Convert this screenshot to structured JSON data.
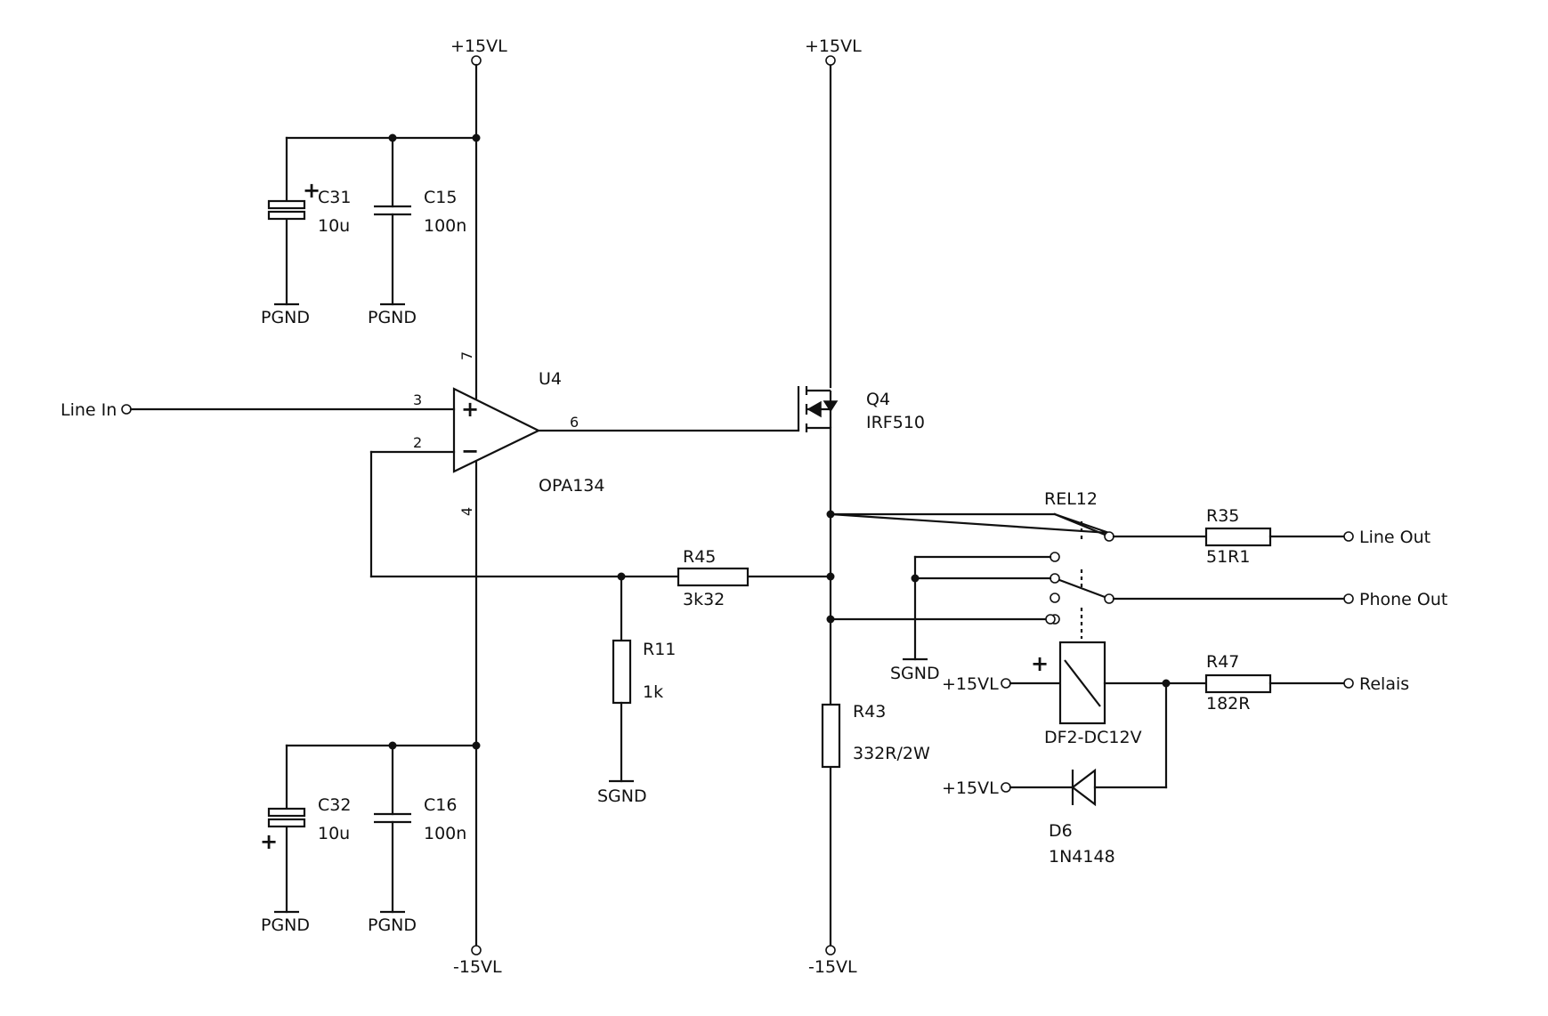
{
  "labels": {
    "rail_top_left": "+15VL",
    "rail_top_right": "+15VL",
    "rail_bot_left": "-15VL",
    "rail_bot_right": "-15VL",
    "c31_name": "C31",
    "c31_value": "10u",
    "c15_name": "C15",
    "c15_value": "100n",
    "c32_name": "C32",
    "c32_value": "10u",
    "c16_name": "C16",
    "c16_value": "100n",
    "pgnd_1": "PGND",
    "pgnd_2": "PGND",
    "pgnd_3": "PGND",
    "pgnd_4": "PGND",
    "u4_name": "U4",
    "u4_part": "OPA134",
    "pin_3": "3",
    "pin_2": "2",
    "pin_6": "6",
    "pin_7": "7",
    "pin_4": "4",
    "plus_sign": "+",
    "minus_sign": "−",
    "line_in": "Line In",
    "q4_name": "Q4",
    "q4_part": "IRF510",
    "r45_name": "R45",
    "r45_value": "3k32",
    "r11_name": "R11",
    "r11_value": "1k",
    "sgnd_r11": "SGND",
    "r43_name": "R43",
    "r43_value": "332R/2W",
    "rel12_name": "REL12",
    "r35_name": "R35",
    "r35_value": "51R1",
    "line_out": "Line Out",
    "phone_out": "Phone Out",
    "sgnd_relay": "SGND",
    "relay_supply": "+15VL",
    "relay_part": "DF2-DC12V",
    "relay_plus": "+",
    "r47_name": "R47",
    "r47_value": "182R",
    "relais": "Relais",
    "diode_supply": "+15VL",
    "d6_name": "D6",
    "d6_part": "1N4148"
  }
}
